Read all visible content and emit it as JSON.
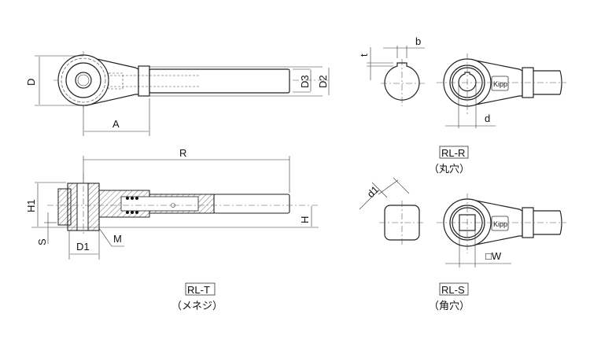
{
  "dimensions": {
    "D": "D",
    "D2": "D2",
    "D3": "D3",
    "A": "A",
    "R": "R",
    "H1": "H1",
    "H": "H",
    "S": "S",
    "D1": "D1",
    "M": "M",
    "t": "t",
    "b": "b",
    "d": "d",
    "d1": "d1",
    "W": "□W"
  },
  "views": {
    "rl_t": {
      "code": "RL-T",
      "type": "（メネジ）"
    },
    "rl_r": {
      "code": "RL-R",
      "type": "（丸穴）"
    },
    "rl_s": {
      "code": "RL-S",
      "type": "（角穴）"
    }
  },
  "brand": "Kipp"
}
